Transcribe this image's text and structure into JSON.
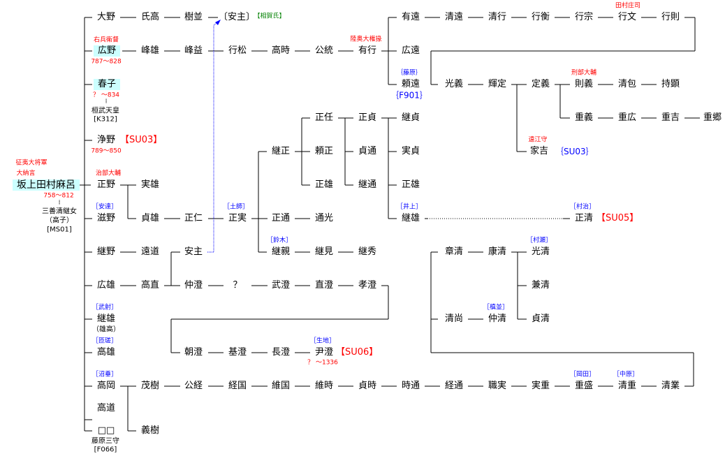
{
  "title": "坂上田村麻呂 系図",
  "colors": {
    "title_note": "#ff0000",
    "family_name": "#0000ff",
    "link_code": "#ff0000",
    "ref_code": "#0000ff",
    "clan_tag": "#008000",
    "highlight": "#ccffff",
    "dotted_link": "#0000ff"
  },
  "root": {
    "name": "坂上田村麻呂",
    "titles": [
      "征夷大将軍",
      "大納言"
    ],
    "years": "758～812",
    "spouse": "三善清継女",
    "spouse_alias": "（高子）",
    "spouse_ref": "[MS01]"
  },
  "gen1": [
    {
      "name": "大野"
    },
    {
      "name": "広野",
      "title": "右兵衛督",
      "years": "787～828"
    },
    {
      "name": "春子",
      "years": "？ ～834",
      "spouse": "桓武天皇",
      "spouse_ref": "[K312]"
    },
    {
      "name": "浄野",
      "link": "【SU03】",
      "years": "789～850"
    },
    {
      "name": "正野",
      "title": "治部大輔"
    },
    {
      "name": "滋野",
      "family": "［安達］"
    },
    {
      "name": "継野"
    },
    {
      "name": "広雄"
    },
    {
      "name": "継雄",
      "family": "［武射］",
      "alias": "（雄高）"
    },
    {
      "name": "高雄",
      "family": "［匝瑳］"
    },
    {
      "name": "高岡",
      "family": "［沼垂］"
    },
    {
      "name": "高道"
    },
    {
      "name": "□□",
      "spouse": "藤原三守",
      "spouse_ref": "[F066]"
    }
  ],
  "people": {
    "ujitaka": "氏高",
    "kinami": "樹並",
    "yasunushi_ref": "〔安主〕",
    "sogashi": "【相賀氏】",
    "mineo": "峰雄",
    "minemasu": "峰益",
    "yukimatsu": "行松",
    "takatoki": "高時",
    "kimimune": "公統",
    "ariyuki": "有行",
    "ariyuki_title": "陸奥大権掾",
    "aritoo": "有遠",
    "kiyotoo": "清遠",
    "kiyoyuki": "清行",
    "yukihira": "行衡",
    "yukimune": "行宗",
    "yukifumi": "行文",
    "yukifumi_title": "田村庄司",
    "yukinori": "行則",
    "hirotoo": "広遠",
    "yoritoo": "頼遠",
    "yoritoo_family": "｛藤原｝",
    "yoritoo_ref": "｛F901｝",
    "mitsuyoshi": "光義",
    "terusada": "輝定",
    "sadayoshi": "定義",
    "noriyoshi": "則義",
    "noriyoshi_title": "刑部大輔",
    "kiyokane": "清包",
    "mochiaki": "持顕",
    "shigeyoshi": "重義",
    "shigehiro": "重広",
    "shigeyoshi2": "重吉",
    "shigesato": "重郷",
    "ieyoshi": "家吉",
    "ieyoshi_title": "遠江守",
    "ieyoshi_ref": "｛SU03｝",
    "saneo": "実雄",
    "sadao": "貞雄",
    "masahito": "正仁",
    "masazane": "正実",
    "masazane_family": "［土師］",
    "tsugumasa": "継正",
    "masato": "正任",
    "yorimasa": "頼正",
    "masao1": "正雄",
    "masasada": "正貞",
    "sadamichi": "貞通",
    "tsugumichi": "継通",
    "tsugusada": "継貞",
    "sanesada": "実貞",
    "masao2": "正雄",
    "tsuguo": "継雄",
    "tsuguo_family": "［井上］",
    "masakiyo": "正清",
    "masakiyo_family": "［村治］",
    "masakiyo_link": "【SU05】",
    "masamichi": "正通",
    "michimitsu": "通光",
    "tsuguchika": "継親",
    "tsuguchika_family": "［鈴木］",
    "tsugumi": "継見",
    "tsuguhide": "継秀",
    "toomichi": "遠道",
    "yasunushi": "安主",
    "takanao": "高直",
    "nakazumi": "仲澄",
    "unknown": "？",
    "takezumi": "武澄",
    "naozumi": "直澄",
    "takazumi": "孝澄",
    "tomozumi": "朝澄",
    "motozumi": "基澄",
    "nagazumi": "長澄",
    "tadazumi": "尹澄",
    "tadazumi_family": "［生地］",
    "tadazumi_link": "【SU06】",
    "tadazumi_years": "？ ～1336",
    "akikiyo": "章清",
    "yasukiyo": "康清",
    "mitsukiyo": "光清",
    "mitsukiyo_family": "［村瀬］",
    "kanekiyo": "兼清",
    "sadakiyo": "貞清",
    "kiyohisa": "清尚",
    "nakakiyo": "仲清",
    "nakakiyo_family": "［槙並］",
    "shigeki": "茂樹",
    "yoshiki": "義樹",
    "kimitsune": "公経",
    "tsunekuni": "経国",
    "tsugukuni": "維国",
    "koretoki": "維時",
    "sadatoki": "貞時",
    "tokimichi": "時通",
    "tsunemichi": "経通",
    "motozane": "職実",
    "saneshige": "実重",
    "shigemori": "重盛",
    "shigemori_family": "［岡田］",
    "kiyoshige": "清重",
    "kiyoshige_family": "［中原］",
    "kiyonari": "清業"
  }
}
